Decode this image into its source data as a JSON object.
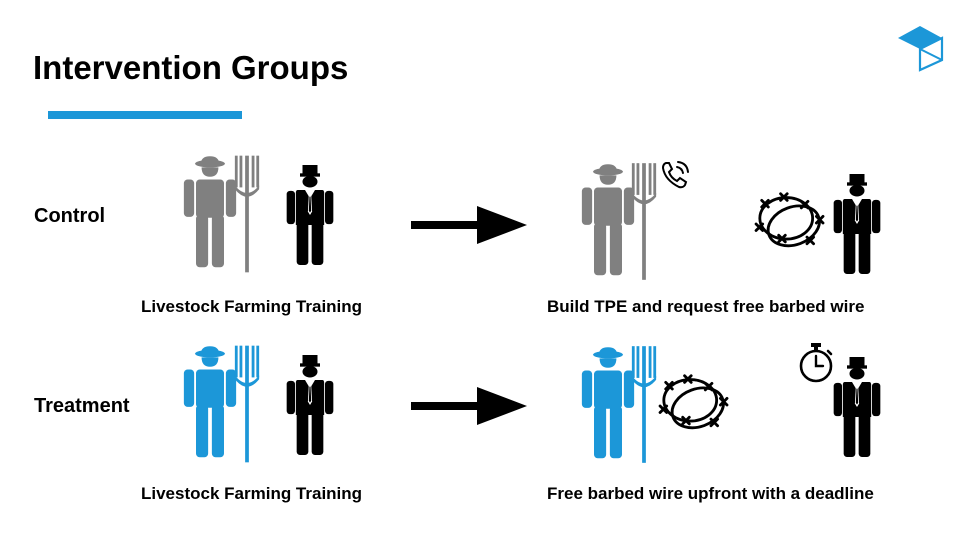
{
  "slide": {
    "title": "Intervention Groups",
    "accent_color": "#1c97d8"
  },
  "rows": [
    {
      "label": "Control",
      "farmer_color": "#808080",
      "left_caption": "Livestock Farming Training",
      "right_caption": "Build TPE and request free barbed wire",
      "right_icons": [
        "farmer-icon",
        "pitchfork-icon",
        "phone-call-icon",
        "barbed-wire-icon",
        "official-icon"
      ]
    },
    {
      "label": "Treatment",
      "farmer_color": "#1c97d8",
      "left_caption": "Livestock Farming Training",
      "right_caption": "Free barbed wire upfront with a deadline",
      "right_icons": [
        "farmer-icon",
        "pitchfork-icon",
        "barbed-wire-icon",
        "stopwatch-icon",
        "official-icon"
      ]
    }
  ],
  "icons": {
    "logo": "cube-logo-icon",
    "arrow": "right-arrow-icon",
    "farmer": "farmer-icon",
    "official": "official-icon",
    "pitchfork": "pitchfork-icon",
    "phone": "phone-call-icon",
    "barbed_wire": "barbed-wire-icon",
    "stopwatch": "stopwatch-icon"
  }
}
